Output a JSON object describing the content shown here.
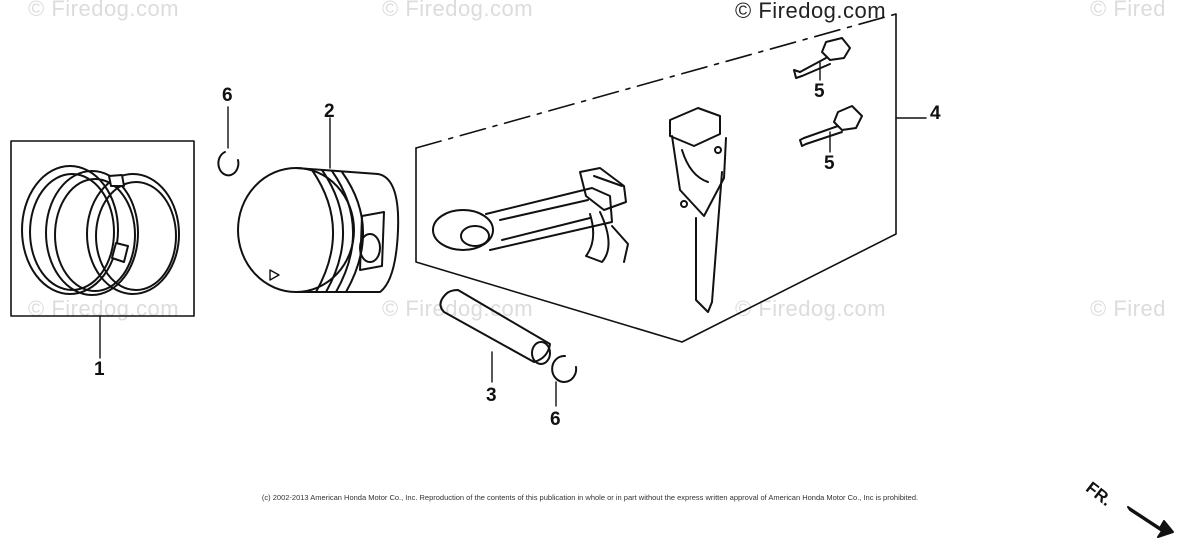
{
  "watermarks": {
    "w1": "© Firedog.com",
    "w2": "© Firedog.com",
    "w3": "© Firedog.com",
    "w4": "© Fired",
    "w5": "© Firedog.com",
    "w6": "© Firedog.com",
    "w7": "© Firedog.com",
    "w8": "© Fired"
  },
  "callouts": {
    "c1": "1",
    "c2": "2",
    "c3": "3",
    "c4": "4",
    "c5a": "5",
    "c5b": "5",
    "c6a": "6",
    "c6b": "6"
  },
  "copyright": "(c) 2002-2013 American Honda Motor Co., Inc. Reproduction of the contents of this publication in whole or in part without the express written approval of American Honda Motor Co., Inc is prohibited.",
  "direction_label": "FR."
}
